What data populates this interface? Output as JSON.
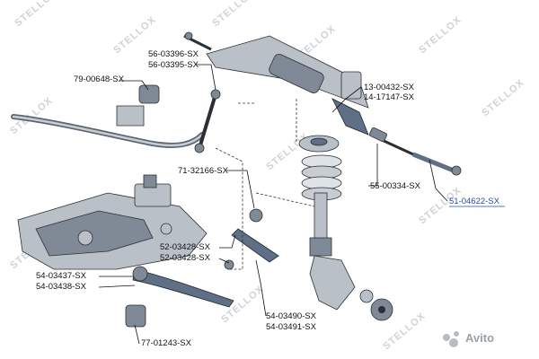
{
  "watermark": {
    "text": "STELLOX",
    "site_logo_text": "Avito",
    "color": "#cfd2d6"
  },
  "labels": {
    "p_79_00648": "79-00648-SX",
    "p_56_03396": "56-03396-SX",
    "p_56_03395": "56-03395-SX",
    "p_13_00432": "13-00432-SX",
    "p_14_17147": "14-17147-SX",
    "p_71_32166": "71-32166-SX",
    "p_55_00334": "55-00334-SX",
    "p_51_04622": "51-04622-SX",
    "p_52_03428a": "52-03428-SX",
    "p_52_03428b": "52-03428-SX",
    "p_54_03437": "54-03437-SX",
    "p_54_03438": "54-03438-SX",
    "p_54_03490": "54-03490-SX",
    "p_54_03491": "54-03491-SX",
    "p_77_01243": "77-01243-SX"
  },
  "colors": {
    "highlight_label": "#1f4fa3",
    "parts": "#7f8a96",
    "parts_dark": "#5e6f86"
  }
}
